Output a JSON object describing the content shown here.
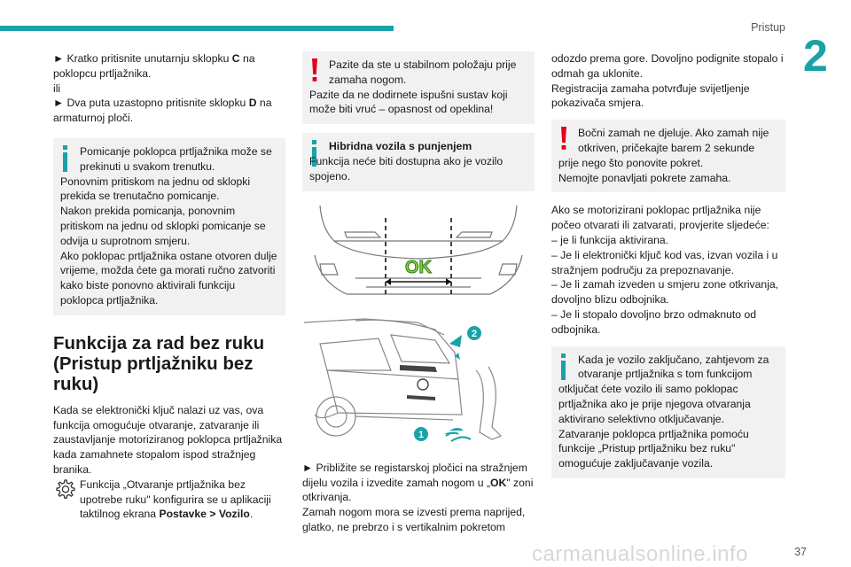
{
  "header": {
    "section": "Pristup",
    "chapter": "2",
    "page_number": "37"
  },
  "col1": {
    "p1_prefix": "► Kratko pritisnite unutarnju sklopku ",
    "p1_key": "C",
    "p1_suffix": " na poklopcu prtljažnika.",
    "p1_or": "ili",
    "p2_prefix": "► Dva puta uzastopno pritisnite sklopku ",
    "p2_key": "D",
    "p2_suffix": " na armaturnoj ploči.",
    "info1_first": "Pomicanje poklopca prtljažnika može se prekinuti u svakom trenutku.",
    "info1_rest": "Ponovnim pritiskom na jednu od sklopki prekida se trenutačno pomicanje.",
    "info1_rest2": "Nakon prekida pomicanja, ponovnim pritiskom na jednu od sklopki pomicanje se odvija u suprotnom smjeru.",
    "info1_rest3": "Ako poklopac prtljažnika ostane otvoren dulje vrijeme, možda ćete ga morati ručno zatvoriti kako biste ponovno aktivirali funkciju poklopca prtljažnika.",
    "heading": "Funkcija za rad bez ruku (Pristup prtljažniku bez ruku)",
    "body1": "Kada se elektronički ključ nalazi uz vas, ova funkcija omogućuje otvaranje, zatvaranje ili zaustavljanje motoriziranog poklopca prtljažnika kada zamahnete stopalom ispod stražnjeg branika.",
    "gear_prefix": "Funkcija „Otvaranje prtljažnika bez upotrebe ruku\" konfigurira se u aplikaciji taktilnog ekrana ",
    "gear_bold": "Postavke > Vozilo",
    "gear_suffix": "."
  },
  "col2": {
    "warn_first": "Pazite da ste u stabilnom položaju prije zamaha nogom.",
    "warn_rest": "Pazite da ne dodirnete ispušni sustav koji može biti vruć – opasnost od opeklina!",
    "hybrid_title": "Hibridna vozila s punjenjem",
    "hybrid_text": "Funkcija neće biti dostupna ako je vozilo spojeno.",
    "ok_label": "OK",
    "callout_1": "1",
    "callout_2": "2",
    "body_prefix": "► Približite se registarskoj pločici na stražnjem dijelu vozila i izvedite zamah nogom u „",
    "body_ok": "OK",
    "body_suffix": "\" zoni otkrivanja.",
    "body2": "Zamah nogom mora se izvesti prema naprijed, glatko, ne prebrzo i s vertikalnim pokretom"
  },
  "col3": {
    "p1": "odozdo prema gore. Dovoljno podignite stopalo i odmah ga uklonite.",
    "p2": "Registracija zamaha potvrđuje svijetljenje pokazivača smjera.",
    "warn_first": "Bočni zamah ne djeluje. Ako zamah nije otkriven, pričekajte barem 2 sekunde",
    "warn_rest": "prije nego što ponovite pokret.",
    "warn_rest2": "Nemojte ponavljati pokrete zamaha.",
    "check_intro": "Ako se motorizirani poklopac prtljažnika nije počeo otvarati ili zatvarati, provjerite sljedeće:",
    "check1": "– je li funkcija aktivirana.",
    "check2": "– Je li elektronički ključ kod vas, izvan vozila i u stražnjem području za prepoznavanje.",
    "check3": "– Je li zamah izveden u smjeru zone otkrivanja, dovoljno blizu odbojnika.",
    "check4": "– Je li stopalo dovoljno brzo odmaknuto od odbojnika.",
    "info_first": "Kada je vozilo zaključano, zahtjevom za otvaranje prtljažnika s tom funkcijom",
    "info_rest": "otključat ćete vozilo ili samo poklopac prtljažnika ako je prije njegova otvaranja aktivirano selektivno otključavanje.",
    "info_rest2": "Zatvaranje poklopca prtljažnika pomoću funkcije „Pristup prtljažniku bez ruku\" omogućuje zaključavanje vozila."
  },
  "watermark": "carmanualsonline.info",
  "colors": {
    "accent": "#1aa2a8",
    "warning": "#e3001b",
    "info": "#1aa2a8",
    "note_bg": "#f1f1f1"
  }
}
